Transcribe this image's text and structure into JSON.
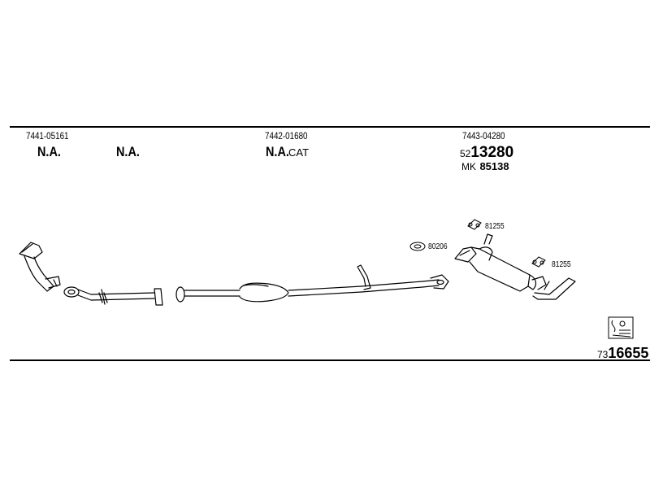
{
  "sections": [
    {
      "part_code": "7441-05161",
      "status_1": "N.A.",
      "status_2": "N.A."
    },
    {
      "part_code": "7442-01680",
      "status": "N.A.",
      "status_suffix": "CAT"
    },
    {
      "part_code": "7443-04280",
      "ref_prefix": "52",
      "ref_main": "13280",
      "mk_prefix": "MK",
      "mk_number": "85138"
    }
  ],
  "small_parts": {
    "gasket": "80206",
    "hanger_top": "81255",
    "hanger_side": "81255"
  },
  "reference": {
    "prefix": "73",
    "number": "16655"
  },
  "colors": {
    "line": "#000000",
    "background": "#ffffff"
  }
}
